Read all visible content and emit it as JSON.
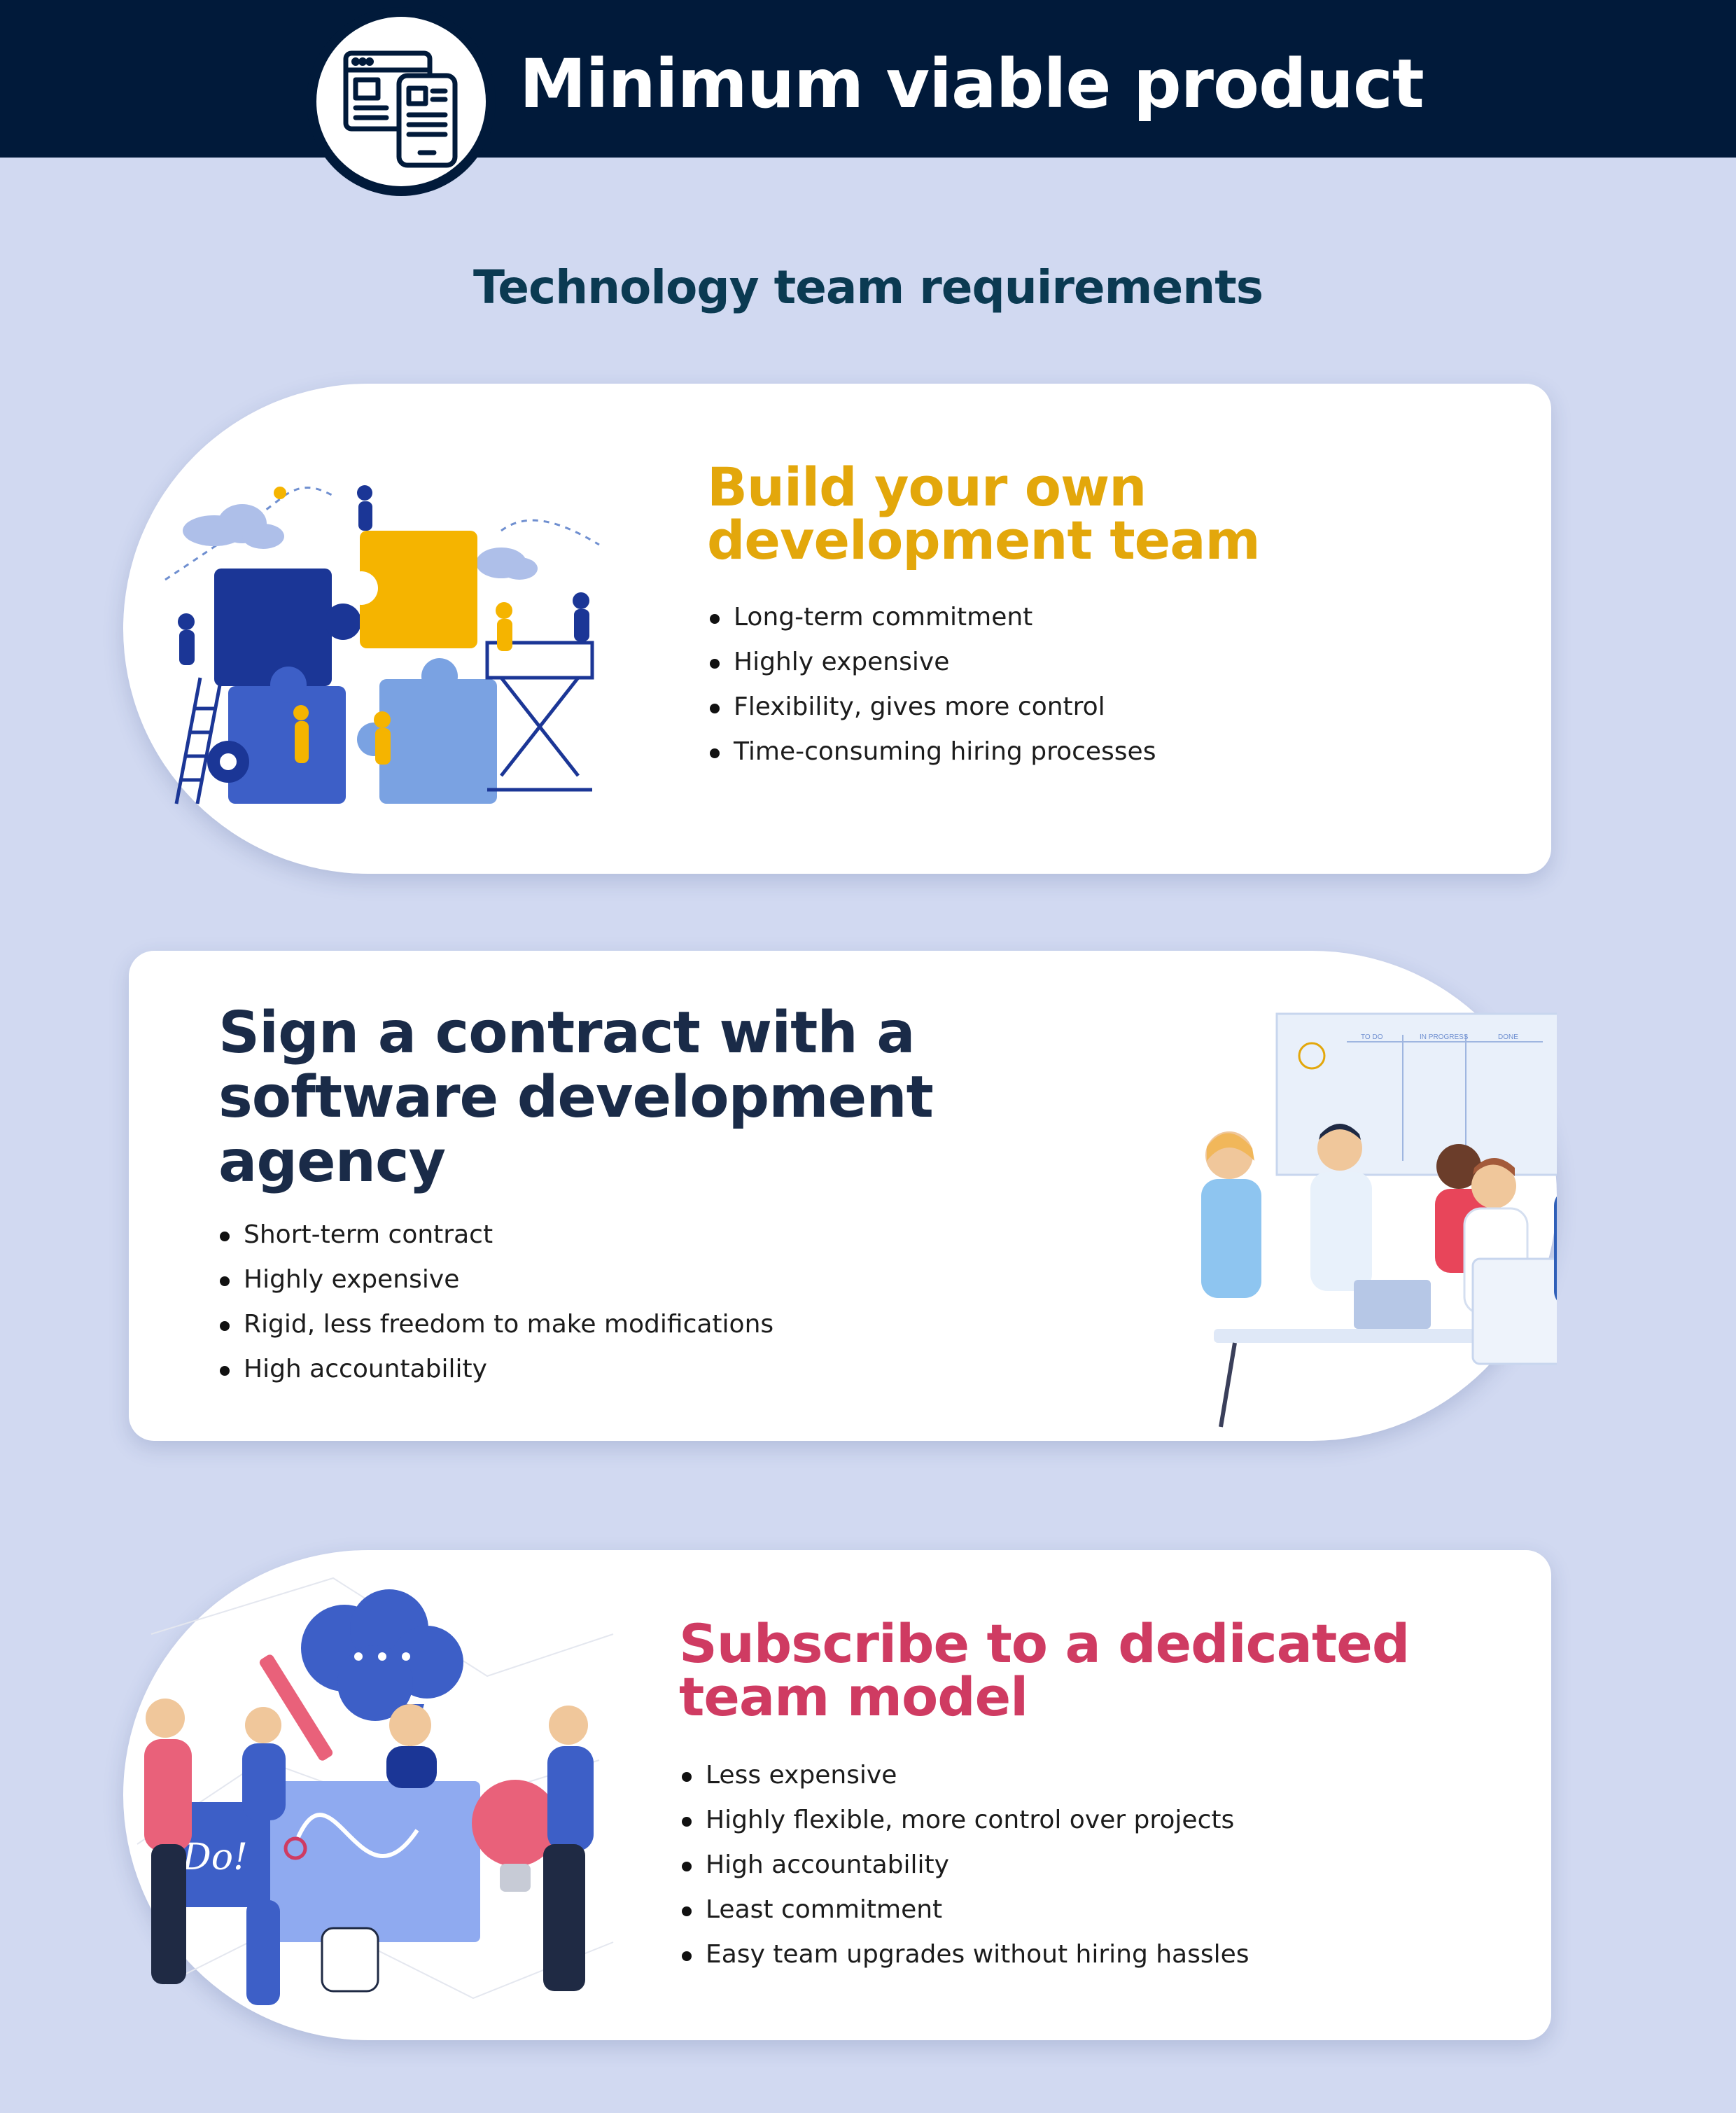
{
  "header": {
    "title": "Minimum viable product",
    "icon": "browser-mobile-layout-icon"
  },
  "subtitle": "Technology team requirements",
  "colors": {
    "header_bg": "#011a3a",
    "page_bg": "#d1d9f1",
    "option1_title": "#e3a70b",
    "option2_title": "#1a2b48",
    "option3_title": "#cf3b62"
  },
  "options": [
    {
      "title_lines": [
        "Build your own",
        "development team"
      ],
      "bullets": [
        "Long-term commitment",
        "Highly expensive",
        "Flexibility, gives more control",
        "Time-consuming hiring processes"
      ],
      "illustration": "puzzle-team-illustration"
    },
    {
      "title_lines": [
        "Sign a contract with a",
        "software development",
        "agency"
      ],
      "bullets": [
        "Short-term contract",
        "Highly expensive",
        "Rigid, less freedom to make modifications",
        "High accountability"
      ],
      "illustration": "meeting-table-illustration",
      "board_labels": [
        "TO DO",
        "IN PROGRESS",
        "DONE"
      ]
    },
    {
      "title_lines": [
        "Subscribe to a dedicated",
        "team model"
      ],
      "bullets": [
        "Less expensive",
        "Highly flexible, more control over projects",
        "High accountability",
        "Least commitment",
        "Easy team upgrades without hiring hassles"
      ],
      "illustration": "team-holding-signs-illustration",
      "sign_text": "Do!"
    }
  ]
}
